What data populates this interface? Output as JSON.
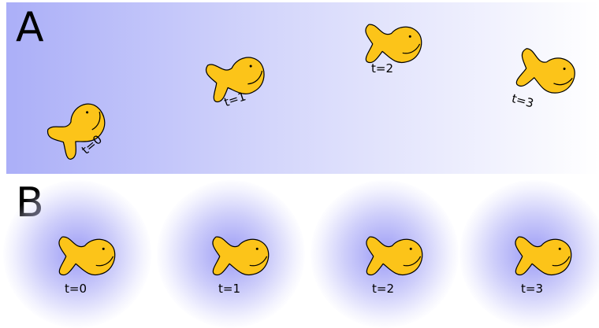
{
  "panels": {
    "a": {
      "letter": "A"
    },
    "b": {
      "letter": "B"
    }
  },
  "labels": {
    "a": [
      "t=0",
      "t=1",
      "t=2",
      "t=3"
    ],
    "b": [
      "t=0",
      "t=1",
      "t=2",
      "t=3"
    ]
  },
  "colors": {
    "fish_body": "#fcc419",
    "fish_outline": "#000000",
    "panel_a_gradient_start": "#abaff8",
    "glow": "#9696f5"
  }
}
